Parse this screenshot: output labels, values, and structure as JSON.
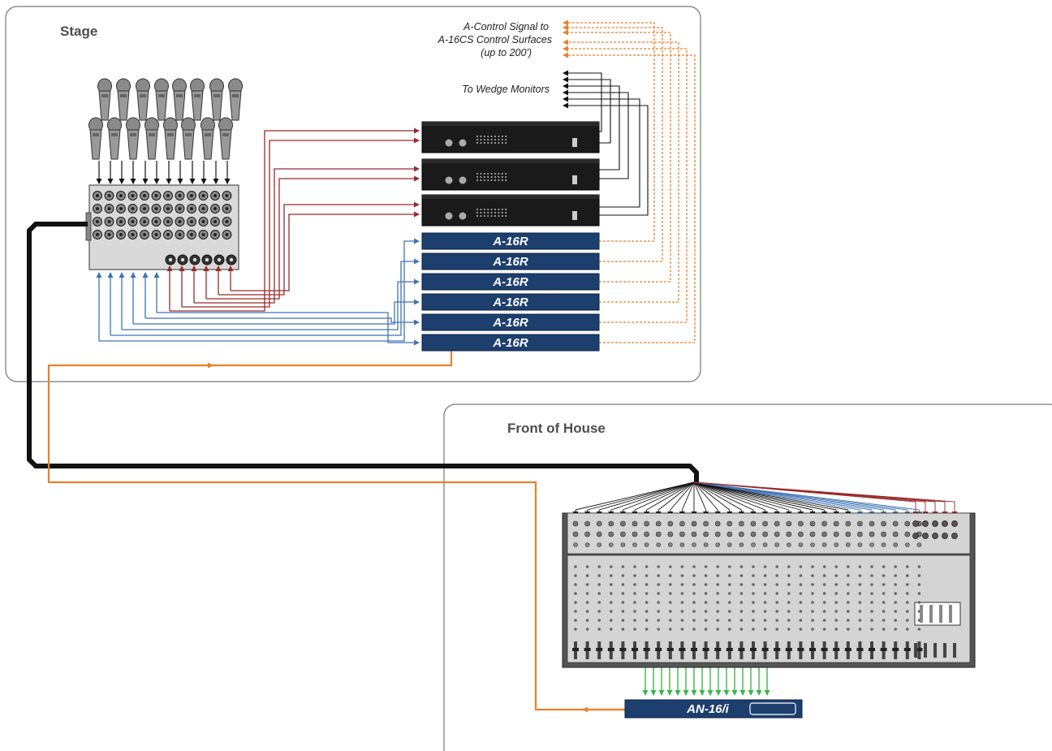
{
  "zones": {
    "stage": "Stage",
    "foh": "Front of House"
  },
  "annotations": {
    "control_line1": "A-Control Signal to",
    "control_line2": "A-16CS Control Surfaces",
    "control_line3": "(up to 200')",
    "wedge": "To Wedge Monitors"
  },
  "devices": {
    "a16r_units": [
      "A-16R",
      "A-16R",
      "A-16R",
      "A-16R",
      "A-16R",
      "A-16R"
    ],
    "an16i": "AN-16/i"
  },
  "colors": {
    "signal_red": "#9b2a2a",
    "signal_blue": "#3f74b5",
    "control_orange": "#e8812c",
    "digital_green": "#3db54a",
    "unit_navy": "#1c3f6e",
    "snake_black": "#111111"
  }
}
